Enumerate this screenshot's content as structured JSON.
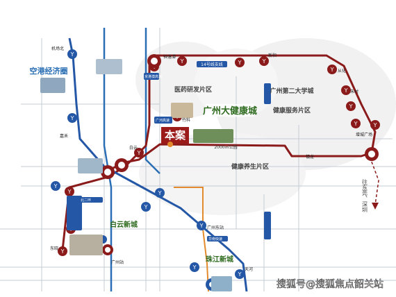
{
  "colors": {
    "line_red": "#8b1a1a",
    "line_blue": "#2457a6",
    "road_blue": "#2a6fb5",
    "road_gray": "#b9c0c8",
    "accent_green": "#2e6b1f",
    "accent_orange": "#e38b2c",
    "target_red": "#9b1b1b"
  },
  "map": {
    "headline": "本案",
    "district_title": "广州大健康城",
    "zones": {
      "medical": "医药研发片区",
      "health_service": "健康服务片区",
      "wellness": "健康养生片区",
      "university": "广州第二大学城",
      "airport_zone": "空港经济圈",
      "baiyun_new_city": "白云新城",
      "zhujiang_new_city": "珠江新城"
    },
    "line_label": "14号线支线",
    "direction": "往东莞、深圳",
    "park_area": "2000㎡公园"
  },
  "stations": {
    "airport": "机场北",
    "jiahe": "嘉禾",
    "zhongluotan": "钟落潭",
    "guangzhou_east": "广州东站",
    "zhuliang": "竹料",
    "baiyun": "白云",
    "conghua": "从化",
    "zhucun": "朱村",
    "zengcheng": "增城广场",
    "xinhe": "新和",
    "guangzhou_station": "广州站",
    "tianhe": "天河",
    "dongxiao": "东晓",
    "zhenlong": "镇龙"
  },
  "roads": {
    "north_ring": "北二环",
    "jingzhu": "京港澳高速",
    "guanghe": "广河高速",
    "huadu": "华南快速"
  },
  "watermark": {
    "text": "搜狐号@搜狐焦点韶关站"
  }
}
